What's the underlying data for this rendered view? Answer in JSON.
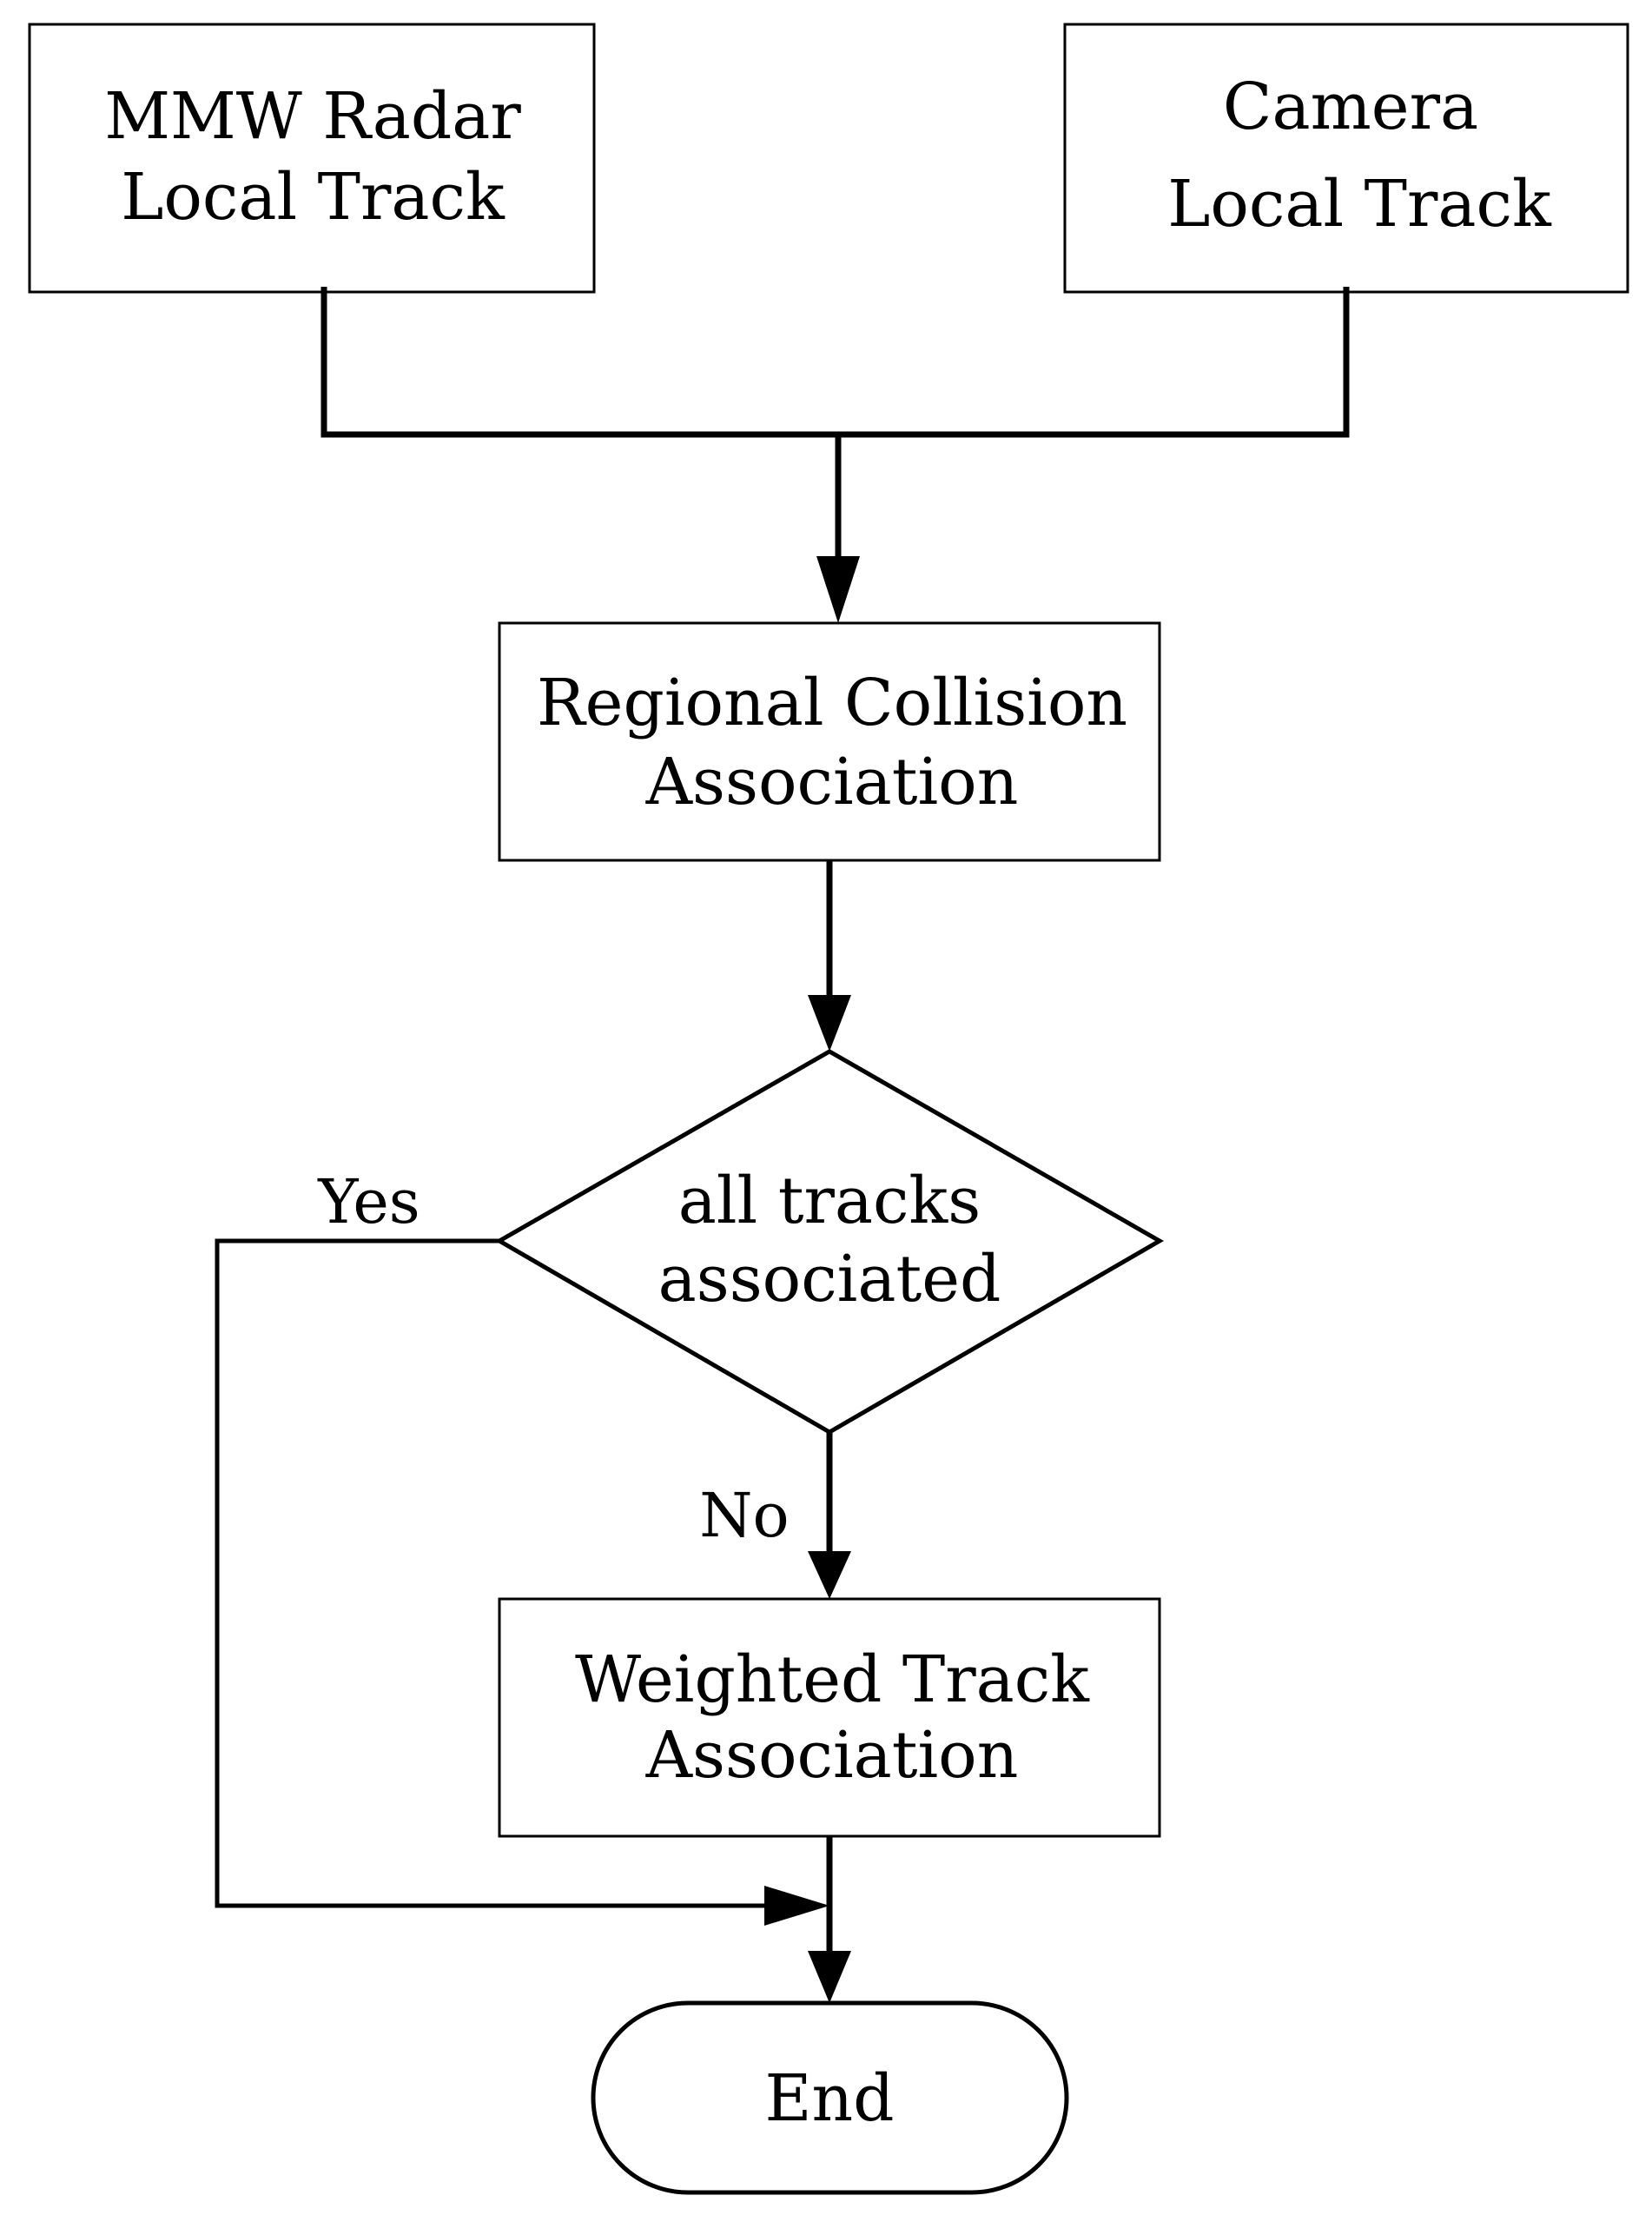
{
  "nodes": {
    "radar_track": {
      "line1": "MMW Radar",
      "line2": "Local Track"
    },
    "camera_track": {
      "line1": "Camera",
      "line2": "Local Track"
    },
    "regional_collision": {
      "line1": "Regional Collision",
      "line2": "Association"
    },
    "decision": {
      "line1": "all tracks",
      "line2": "associated"
    },
    "weighted_track": {
      "line1": "Weighted Track",
      "line2": "Association"
    },
    "end": {
      "label": "End"
    }
  },
  "edges": {
    "yes_label": "Yes",
    "no_label": "No"
  },
  "colors": {
    "stroke": "#000000",
    "fill": "#ffffff"
  }
}
